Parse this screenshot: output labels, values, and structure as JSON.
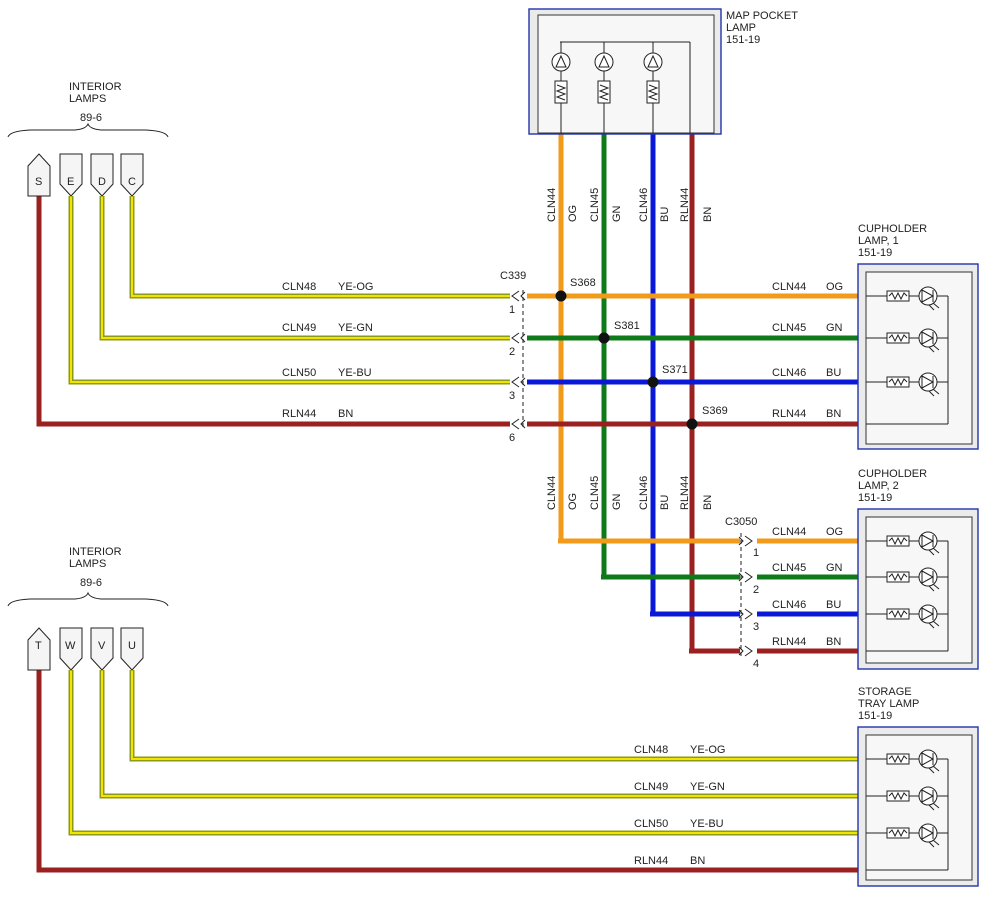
{
  "colors": {
    "orange": "#f29a1a",
    "green": "#0f7a1a",
    "blue": "#0a18d8",
    "brown": "#9b2020",
    "yellow": "#f2e400",
    "yellow_green": "#8c9a1a",
    "box_border": "#2233aa",
    "box_fill": "#ebebeb"
  },
  "interior_lamps_top": {
    "title_line1": "INTERIOR",
    "title_line2": "LAMPS",
    "ref": "89-6",
    "pins": [
      "S",
      "E",
      "D",
      "C"
    ]
  },
  "interior_lamps_bottom": {
    "title_line1": "INTERIOR",
    "title_line2": "LAMPS",
    "ref": "89-6",
    "pins": [
      "T",
      "W",
      "V",
      "U"
    ]
  },
  "map_pocket_lamp": {
    "title_line1": "MAP POCKET",
    "title_line2": "LAMP",
    "ref": "151-19",
    "lamp_count": 3
  },
  "cupholder_lamp_1": {
    "title_line1": "CUPHOLDER",
    "title_line2": "LAMP, 1",
    "ref": "151-19"
  },
  "cupholder_lamp_2": {
    "title_line1": "CUPHOLDER",
    "title_line2": "LAMP, 2",
    "ref": "151-19"
  },
  "storage_tray_lamp": {
    "title_line1": "STORAGE",
    "title_line2": "TRAY LAMP",
    "ref": "151-19"
  },
  "connectors": {
    "c339": {
      "name": "C339",
      "pins": [
        "1",
        "2",
        "3",
        "6"
      ]
    },
    "c3050": {
      "name": "C3050",
      "pins": [
        "1",
        "2",
        "3",
        "4"
      ]
    }
  },
  "splices": [
    "S368",
    "S381",
    "S371",
    "S369"
  ],
  "wires": {
    "top_left": [
      {
        "circuit": "CLN48",
        "color": "YE-OG"
      },
      {
        "circuit": "CLN49",
        "color": "YE-GN"
      },
      {
        "circuit": "CLN50",
        "color": "YE-BU"
      },
      {
        "circuit": "RLN44",
        "color": "BN"
      }
    ],
    "cupholder_1": [
      {
        "circuit": "CLN44",
        "color": "OG"
      },
      {
        "circuit": "CLN45",
        "color": "GN"
      },
      {
        "circuit": "CLN46",
        "color": "BU"
      },
      {
        "circuit": "RLN44",
        "color": "BN"
      }
    ],
    "cupholder_2": [
      {
        "circuit": "CLN44",
        "color": "OG"
      },
      {
        "circuit": "CLN45",
        "color": "GN"
      },
      {
        "circuit": "CLN46",
        "color": "BU"
      },
      {
        "circuit": "RLN44",
        "color": "BN"
      }
    ],
    "storage_tray": [
      {
        "circuit": "CLN48",
        "color": "YE-OG"
      },
      {
        "circuit": "CLN49",
        "color": "YE-GN"
      },
      {
        "circuit": "CLN50",
        "color": "YE-BU"
      },
      {
        "circuit": "RLN44",
        "color": "BN"
      }
    ],
    "vertical_upper": [
      {
        "circuit": "CLN44",
        "color": "OG"
      },
      {
        "circuit": "CLN45",
        "color": "GN"
      },
      {
        "circuit": "CLN46",
        "color": "BU"
      },
      {
        "circuit": "RLN44",
        "color": "BN"
      }
    ],
    "vertical_lower": [
      {
        "circuit": "CLN44",
        "color": "OG"
      },
      {
        "circuit": "CLN45",
        "color": "GN"
      },
      {
        "circuit": "CLN46",
        "color": "BU"
      },
      {
        "circuit": "RLN44",
        "color": "BN"
      }
    ]
  }
}
